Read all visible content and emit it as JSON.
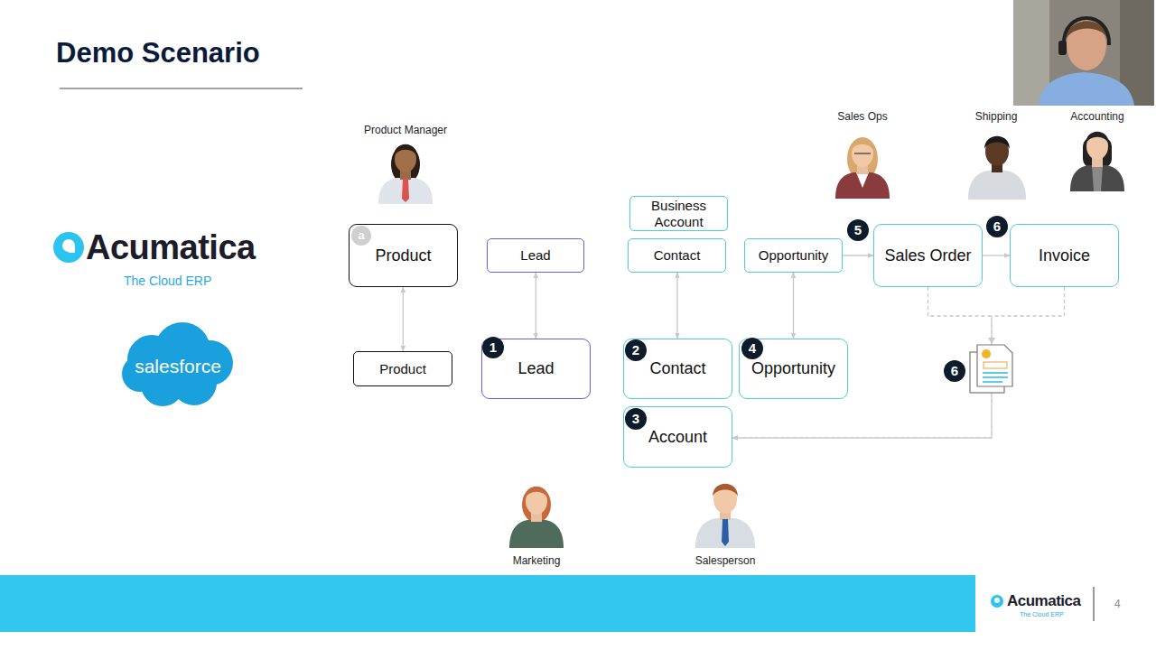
{
  "diagram": {
    "title": "Demo Scenario",
    "nodes": [
      {
        "text": [
          "Product"
        ]
      },
      {
        "text": [
          "Lead"
        ]
      },
      {
        "text": [
          "Business Account"
        ]
      },
      {
        "text": [
          "Contact"
        ]
      },
      {
        "text": [
          "Opportunity"
        ]
      },
      {
        "text": [
          "Sales Order"
        ]
      },
      {
        "text": [
          "Invoice"
        ]
      },
      {
        "text": [
          "Product"
        ]
      },
      {
        "text": [
          "Lead"
        ]
      },
      {
        "text": [
          "Contact"
        ]
      },
      {
        "text": [
          "Opportunity"
        ]
      },
      {
        "text": [
          "Account"
        ]
      }
    ],
    "edges": [
      {
        "from": 0,
        "to": 7,
        "arrow": "both"
      },
      {
        "from": 1,
        "to": 8,
        "arrow": "both"
      },
      {
        "from": 3,
        "to": 9,
        "arrow": "both"
      },
      {
        "from": 4,
        "to": 10,
        "arrow": "both"
      },
      {
        "from": 4,
        "to": 5,
        "arrow": "to"
      },
      {
        "from": 5,
        "to": 6,
        "arrow": "to"
      },
      {
        "from": 5,
        "to": 11,
        "arrow": "to"
      },
      {
        "from": 6,
        "to": 11,
        "arrow": "to"
      }
    ],
    "labels": [
      "Product Manager",
      "Sales Ops",
      "Shipping",
      "Accounting",
      "Marketing",
      "Salesperson",
      "Acumatica",
      "The Cloud ERP",
      "salesforce",
      "a",
      "1",
      "2",
      "3",
      "4",
      "5",
      "6",
      "6",
      "Acumatica",
      "The Cloud ERP",
      "4"
    ]
  }
}
